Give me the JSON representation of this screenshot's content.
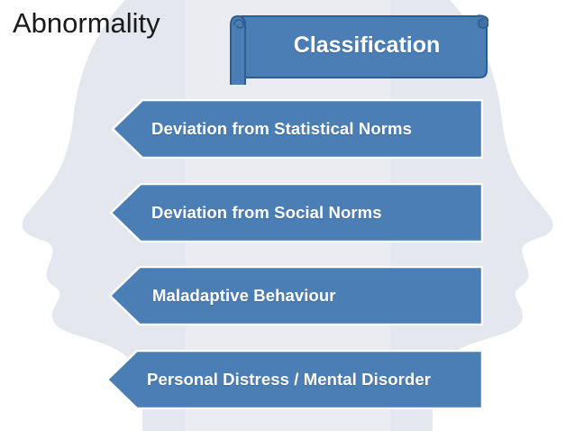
{
  "slide": {
    "title": "Abnormality",
    "background_color": "#ffffff",
    "silhouette_color": "#e4e7ee",
    "accent_blue": "#4a7eb5",
    "accent_blue_dark": "#2f5c8f",
    "text_on_accent": "#ffffff",
    "title_color": "#1a1a1a"
  },
  "banner": {
    "label": "Classification",
    "shape": "scroll-ribbon"
  },
  "arrows": [
    {
      "label": "Deviation from Statistical Norms"
    },
    {
      "label": "Deviation from Social Norms"
    },
    {
      "label": "Maladaptive Behaviour"
    },
    {
      "label": "Personal Distress / Mental Disorder"
    }
  ],
  "decorations": {
    "left_silhouette": "head-profile-facing-left",
    "right_silhouette": "head-profile-facing-right"
  }
}
